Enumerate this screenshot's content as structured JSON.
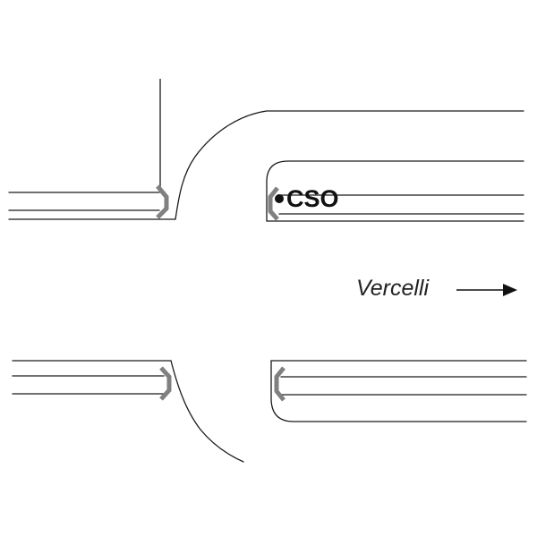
{
  "diagram": {
    "marker_label": "CSO",
    "direction_label": "Vercelli",
    "colors": {
      "line": "#1a1a1a",
      "barrier": "#808080",
      "text": "#111111",
      "background": "#ffffff"
    },
    "icons": {
      "marker": "filled-dot",
      "direction": "right-arrow"
    }
  }
}
